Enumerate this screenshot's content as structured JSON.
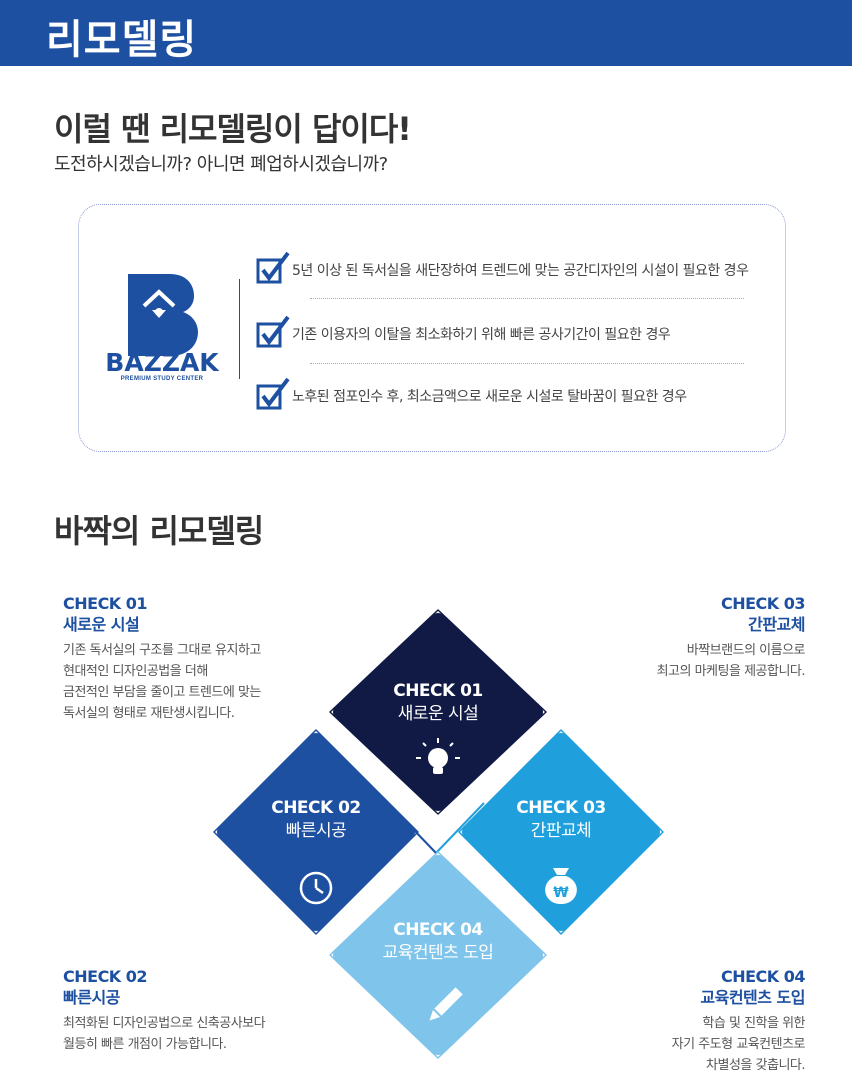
{
  "header": {
    "title": "리모델링"
  },
  "intro": {
    "title": "이럴 땐 리모델링이 답이다!",
    "subtitle": "도전하시겠습니까? 아니면 폐업하시겠습니까?"
  },
  "brand": {
    "name": "BAZZAK",
    "tagline": "PREMIUM STUDY CENTER",
    "color": "#1e50a2"
  },
  "checklist": [
    {
      "text": "5년 이상 된 독서실을 새단장하여 트렌드에 맞는 공간디자인의 시설이 필요한 경우"
    },
    {
      "text": "기존 이용자의 이탈을 최소화하기 위해 빠른 공사기간이 필요한 경우"
    },
    {
      "text": "노후된 점포인수 후, 최소금액으로 새로운 시설로 탈바꿈이 필요한 경우"
    }
  ],
  "section2": {
    "title": "바짝의 리모델링"
  },
  "checks": [
    {
      "code": "CHECK 01",
      "name": "새로운 시설",
      "desc": [
        "기존 독서실의 구조를 그대로 유지하고",
        "현대적인 디자인공법을 더해",
        "금전적인 부담을 줄이고 트렌드에 맞는",
        "독서실의 형태로 재탄생시킵니다."
      ],
      "icon": "lightbulb-icon",
      "color": "#101a45"
    },
    {
      "code": "CHECK 02",
      "name": "빠른시공",
      "desc": [
        "최적화된 디자인공법으로 신축공사보다",
        "월등히 빠른 개점이 가능합니다."
      ],
      "icon": "clock-icon",
      "color": "#1e50a2"
    },
    {
      "code": "CHECK 03",
      "name": "간판교체",
      "desc": [
        "바짝브랜드의 이름으로",
        "최고의 마케팅을 제공합니다."
      ],
      "icon": "money-bag-icon",
      "color": "#1fa0dc"
    },
    {
      "code": "CHECK 04",
      "name": "교육컨텐츠 도입",
      "desc": [
        "학습 및 진학을 위한",
        "자기 주도형 교육컨텐츠로",
        "차별성을 갖춥니다."
      ],
      "icon": "pencil-icon",
      "color": "#7fc4ea"
    }
  ]
}
